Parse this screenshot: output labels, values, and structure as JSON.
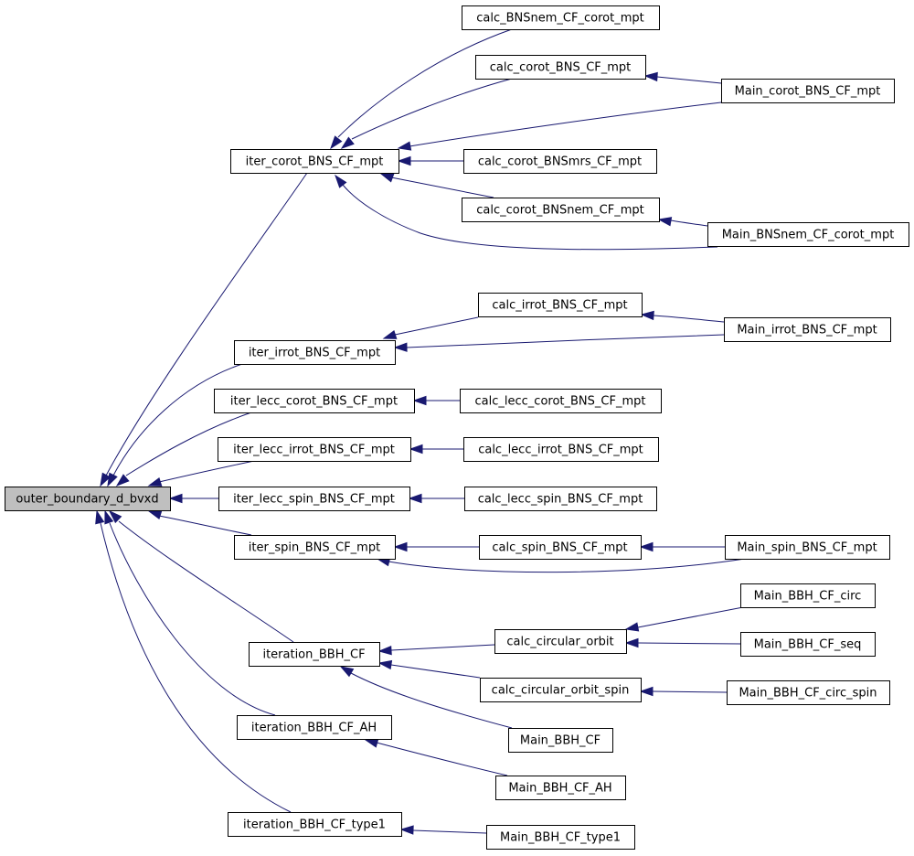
{
  "diagram": {
    "colors": {
      "edge": "#191970",
      "root_fill": "#bfbfbf",
      "node_fill": "#ffffff",
      "node_border": "#000000"
    },
    "nodes": {
      "outer_boundary_d_bvxd": "outer_boundary_d_bvxd",
      "iter_corot_BNS_CF_mpt": "iter_corot_BNS_CF_mpt",
      "calc_BNSnem_CF_corot_mpt": "calc_BNSnem_CF_corot_mpt",
      "calc_corot_BNS_CF_mpt": "calc_corot_BNS_CF_mpt",
      "Main_corot_BNS_CF_mpt": "Main_corot_BNS_CF_mpt",
      "calc_corot_BNSmrs_CF_mpt": "calc_corot_BNSmrs_CF_mpt",
      "calc_corot_BNSnem_CF_mpt": "calc_corot_BNSnem_CF_mpt",
      "Main_BNSnem_CF_corot_mpt": "Main_BNSnem_CF_corot_mpt",
      "iter_irrot_BNS_CF_mpt": "iter_irrot_BNS_CF_mpt",
      "calc_irrot_BNS_CF_mpt": "calc_irrot_BNS_CF_mpt",
      "Main_irrot_BNS_CF_mpt": "Main_irrot_BNS_CF_mpt",
      "iter_lecc_corot_BNS_CF_mpt": "iter_lecc_corot_BNS_CF_mpt",
      "calc_lecc_corot_BNS_CF_mpt": "calc_lecc_corot_BNS_CF_mpt",
      "iter_lecc_irrot_BNS_CF_mpt": "iter_lecc_irrot_BNS_CF_mpt",
      "calc_lecc_irrot_BNS_CF_mpt": "calc_lecc_irrot_BNS_CF_mpt",
      "iter_lecc_spin_BNS_CF_mpt": "iter_lecc_spin_BNS_CF_mpt",
      "calc_lecc_spin_BNS_CF_mpt": "calc_lecc_spin_BNS_CF_mpt",
      "iter_spin_BNS_CF_mpt": "iter_spin_BNS_CF_mpt",
      "calc_spin_BNS_CF_mpt": "calc_spin_BNS_CF_mpt",
      "Main_spin_BNS_CF_mpt": "Main_spin_BNS_CF_mpt",
      "iteration_BBH_CF": "iteration_BBH_CF",
      "calc_circular_orbit": "calc_circular_orbit",
      "Main_BBH_CF_circ": "Main_BBH_CF_circ",
      "Main_BBH_CF_seq": "Main_BBH_CF_seq",
      "calc_circular_orbit_spin": "calc_circular_orbit_spin",
      "Main_BBH_CF_circ_spin": "Main_BBH_CF_circ_spin",
      "Main_BBH_CF": "Main_BBH_CF",
      "iteration_BBH_CF_AH": "iteration_BBH_CF_AH",
      "Main_BBH_CF_AH": "Main_BBH_CF_AH",
      "iteration_BBH_CF_type1": "iteration_BBH_CF_type1",
      "Main_BBH_CF_type1": "Main_BBH_CF_type1"
    },
    "edges": [
      {
        "from": "iter_corot_BNS_CF_mpt",
        "to": "outer_boundary_d_bvxd"
      },
      {
        "from": "iter_irrot_BNS_CF_mpt",
        "to": "outer_boundary_d_bvxd"
      },
      {
        "from": "iter_lecc_corot_BNS_CF_mpt",
        "to": "outer_boundary_d_bvxd"
      },
      {
        "from": "iter_lecc_irrot_BNS_CF_mpt",
        "to": "outer_boundary_d_bvxd"
      },
      {
        "from": "iter_lecc_spin_BNS_CF_mpt",
        "to": "outer_boundary_d_bvxd"
      },
      {
        "from": "iter_spin_BNS_CF_mpt",
        "to": "outer_boundary_d_bvxd"
      },
      {
        "from": "iteration_BBH_CF",
        "to": "outer_boundary_d_bvxd"
      },
      {
        "from": "iteration_BBH_CF_AH",
        "to": "outer_boundary_d_bvxd"
      },
      {
        "from": "iteration_BBH_CF_type1",
        "to": "outer_boundary_d_bvxd"
      },
      {
        "from": "calc_BNSnem_CF_corot_mpt",
        "to": "iter_corot_BNS_CF_mpt"
      },
      {
        "from": "calc_corot_BNS_CF_mpt",
        "to": "iter_corot_BNS_CF_mpt"
      },
      {
        "from": "Main_corot_BNS_CF_mpt",
        "to": "iter_corot_BNS_CF_mpt"
      },
      {
        "from": "calc_corot_BNSmrs_CF_mpt",
        "to": "iter_corot_BNS_CF_mpt"
      },
      {
        "from": "calc_corot_BNSnem_CF_mpt",
        "to": "iter_corot_BNS_CF_mpt"
      },
      {
        "from": "Main_BNSnem_CF_corot_mpt",
        "to": "iter_corot_BNS_CF_mpt"
      },
      {
        "from": "Main_corot_BNS_CF_mpt",
        "to": "calc_corot_BNS_CF_mpt"
      },
      {
        "from": "Main_BNSnem_CF_corot_mpt",
        "to": "calc_corot_BNSnem_CF_mpt"
      },
      {
        "from": "calc_irrot_BNS_CF_mpt",
        "to": "iter_irrot_BNS_CF_mpt"
      },
      {
        "from": "Main_irrot_BNS_CF_mpt",
        "to": "iter_irrot_BNS_CF_mpt"
      },
      {
        "from": "Main_irrot_BNS_CF_mpt",
        "to": "calc_irrot_BNS_CF_mpt"
      },
      {
        "from": "calc_lecc_corot_BNS_CF_mpt",
        "to": "iter_lecc_corot_BNS_CF_mpt"
      },
      {
        "from": "calc_lecc_irrot_BNS_CF_mpt",
        "to": "iter_lecc_irrot_BNS_CF_mpt"
      },
      {
        "from": "calc_lecc_spin_BNS_CF_mpt",
        "to": "iter_lecc_spin_BNS_CF_mpt"
      },
      {
        "from": "calc_spin_BNS_CF_mpt",
        "to": "iter_spin_BNS_CF_mpt"
      },
      {
        "from": "Main_spin_BNS_CF_mpt",
        "to": "iter_spin_BNS_CF_mpt"
      },
      {
        "from": "Main_spin_BNS_CF_mpt",
        "to": "calc_spin_BNS_CF_mpt"
      },
      {
        "from": "calc_circular_orbit",
        "to": "iteration_BBH_CF"
      },
      {
        "from": "calc_circular_orbit_spin",
        "to": "iteration_BBH_CF"
      },
      {
        "from": "Main_BBH_CF",
        "to": "iteration_BBH_CF"
      },
      {
        "from": "Main_BBH_CF_circ",
        "to": "calc_circular_orbit"
      },
      {
        "from": "Main_BBH_CF_seq",
        "to": "calc_circular_orbit"
      },
      {
        "from": "Main_BBH_CF_circ_spin",
        "to": "calc_circular_orbit_spin"
      },
      {
        "from": "Main_BBH_CF_AH",
        "to": "iteration_BBH_CF_AH"
      },
      {
        "from": "Main_BBH_CF_type1",
        "to": "iteration_BBH_CF_type1"
      }
    ]
  }
}
